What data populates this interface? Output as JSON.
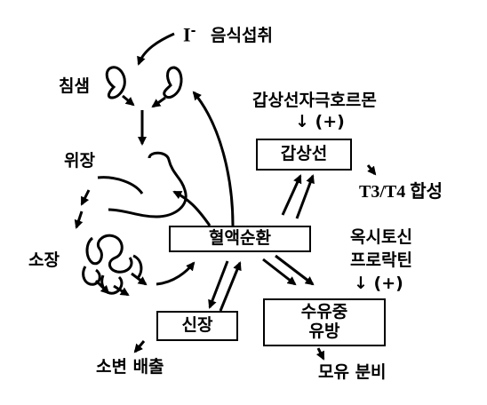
{
  "intake": {
    "ion": "I",
    "superscript": "-",
    "label": "음식섭취"
  },
  "organs": {
    "salivary_gland": "침샘",
    "stomach": "위장",
    "small_intestine": "소장",
    "kidney": "신장",
    "circulation": "혈액순환",
    "thyroid": "갑상선",
    "mammary_line1": "수유중",
    "mammary_line2": "유방"
  },
  "hormones": {
    "tsh": "갑상선자극호르몬",
    "tsh_effect": "↓ (+)",
    "oxytocin": "옥시토신",
    "prolactin": "프로락틴",
    "lactation_effect": "↓ (+)"
  },
  "outputs": {
    "thyroid_output": "T3/T4 합성",
    "kidney_output": "소변 배출",
    "breast_output": "모유 분비"
  }
}
